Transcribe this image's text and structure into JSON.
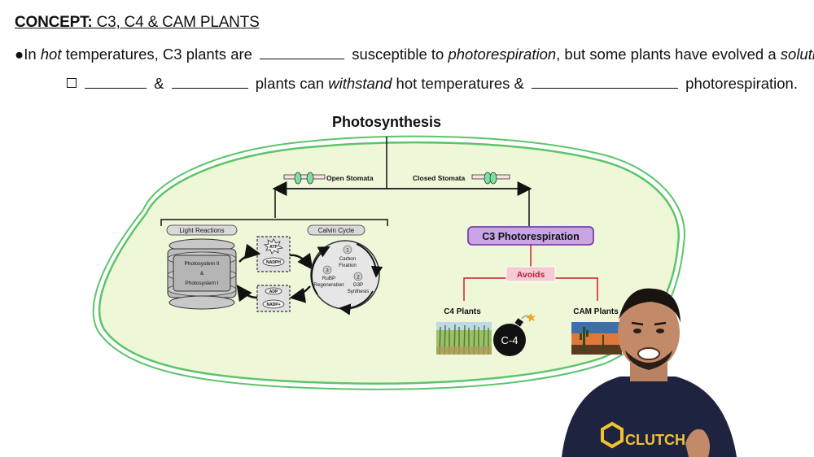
{
  "heading": {
    "bold": "CONCEPT:",
    "rest": " C3, C4 & CAM PLANTS"
  },
  "line1": {
    "bullet": "●",
    "p1": "In ",
    "hot": "hot",
    "p2": " temperatures, C3 plants are",
    "p3": "susceptible to ",
    "photoresp": "photorespiration",
    "p4": ", but some plants have evolved a ",
    "solution": "solution."
  },
  "line2": {
    "amp1": "&",
    "p1": "plants can ",
    "withstand": "withstand",
    "p2": " hot temperatures &",
    "p3": "photorespiration."
  },
  "diagram": {
    "title": "Photosynthesis",
    "open_stomata": "Open Stomata",
    "closed_stomata": "Closed Stomata",
    "light_reactions": "Light Reactions",
    "calvin_cycle": "Calvin Cycle",
    "photosystem_ii": "Photosystem II",
    "amp": "&",
    "photosystem_i": "Photosystem I",
    "atp": "ATP",
    "nadph": "NADPH",
    "adp": "ADP",
    "nadp": "NADP+",
    "step1_num": "1",
    "step1_l1": "Carbon",
    "step1_l2": "Fixation",
    "step2_num": "2",
    "step2_l1": "G3P",
    "step2_l2": "Synthesis",
    "step3_num": "3",
    "step3_l1": "RuBP",
    "step3_l2": "Regeneration",
    "c3_photorespiration": "C3 Photorespiration",
    "avoids": "Avoids",
    "c4_plants": "C4 Plants",
    "cam_plants": "CAM Plants",
    "c4_badge": "C-4"
  },
  "presenter": {
    "shirt_text": "CLUTCH"
  },
  "colors": {
    "cell_fill": "#eef8d8",
    "cell_border": "#5cc46a",
    "c3_box": "#c9a4e6",
    "c3_border": "#7a3fa8",
    "avoids_box": "#f6c9d3",
    "avoids_text": "#b0233e",
    "red_lines": "#d01c2a",
    "stomata_green": "#7de0a0"
  }
}
